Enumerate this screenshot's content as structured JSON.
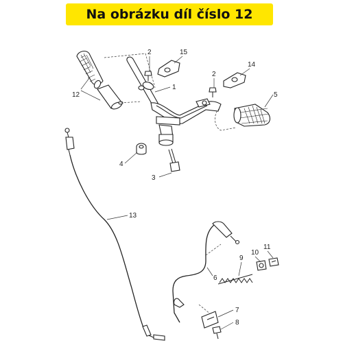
{
  "banner": {
    "text": "Na obrázku díl číslo 12"
  },
  "callouts": {
    "c1": "1",
    "c2a": "2",
    "c2b": "2",
    "c3": "3",
    "c4": "4",
    "c5": "5",
    "c6": "6",
    "c7": "7",
    "c8": "8",
    "c9": "9",
    "c10": "10",
    "c11": "11",
    "c12": "12",
    "c13": "13",
    "c14": "14",
    "c15": "15"
  },
  "colors": {
    "banner_bg": "#ffe600",
    "line": "#222222"
  }
}
